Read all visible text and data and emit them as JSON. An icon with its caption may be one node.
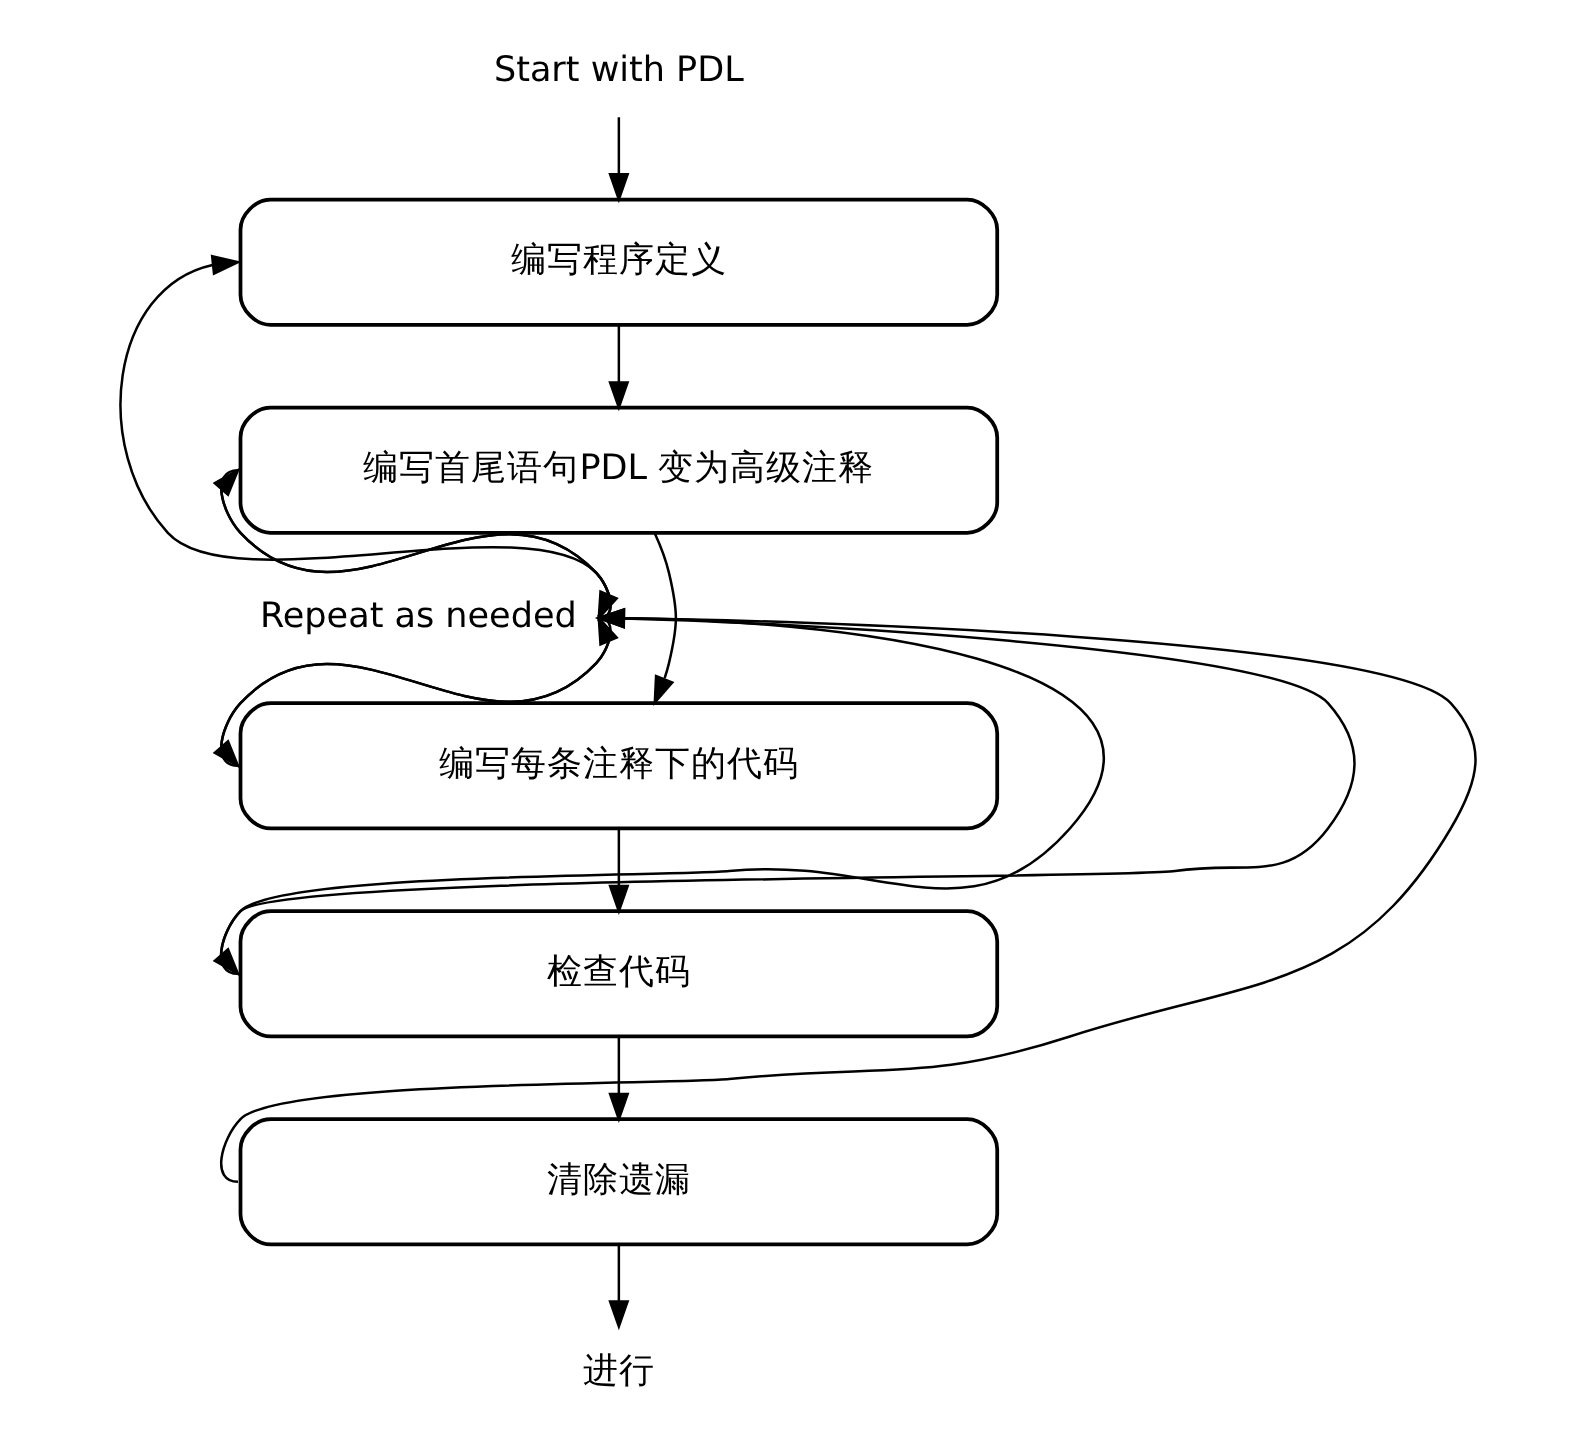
{
  "diagram": {
    "nodes": [
      {
        "text": [
          "Start with PDL"
        ]
      },
      {
        "text": [
          "编写程序定义"
        ]
      },
      {
        "text": [
          "编写首尾语句PDL 变为高级注释"
        ]
      },
      {
        "text": [
          "编写每条注释下的代码"
        ]
      },
      {
        "text": [
          "检查代码"
        ]
      },
      {
        "text": [
          "清除遗漏"
        ]
      },
      {
        "text": [
          "进行"
        ]
      },
      {
        "text": [
          "Repeat as needed"
        ]
      }
    ],
    "edges": [
      {
        "from": 0,
        "to": 1,
        "arrow": "to"
      },
      {
        "from": 1,
        "to": 2,
        "arrow": "to"
      },
      {
        "from": 2,
        "to": 3,
        "arrow": "to"
      },
      {
        "from": 3,
        "to": 4,
        "arrow": "to"
      },
      {
        "from": 4,
        "to": 5,
        "arrow": "to"
      },
      {
        "from": 5,
        "to": 6,
        "arrow": "to"
      },
      {
        "from": 7,
        "to": 1,
        "arrow": "to"
      },
      {
        "from": 2,
        "to": 7,
        "arrow": "to"
      },
      {
        "from": 7,
        "to": 2,
        "arrow": "to"
      },
      {
        "from": 3,
        "to": 7,
        "arrow": "to"
      },
      {
        "from": 7,
        "to": 3,
        "arrow": "to"
      },
      {
        "from": 4,
        "to": 7,
        "arrow": "to"
      },
      {
        "from": 7,
        "to": 4,
        "arrow": "to"
      },
      {
        "from": 5,
        "to": 7,
        "arrow": "to"
      }
    ]
  }
}
